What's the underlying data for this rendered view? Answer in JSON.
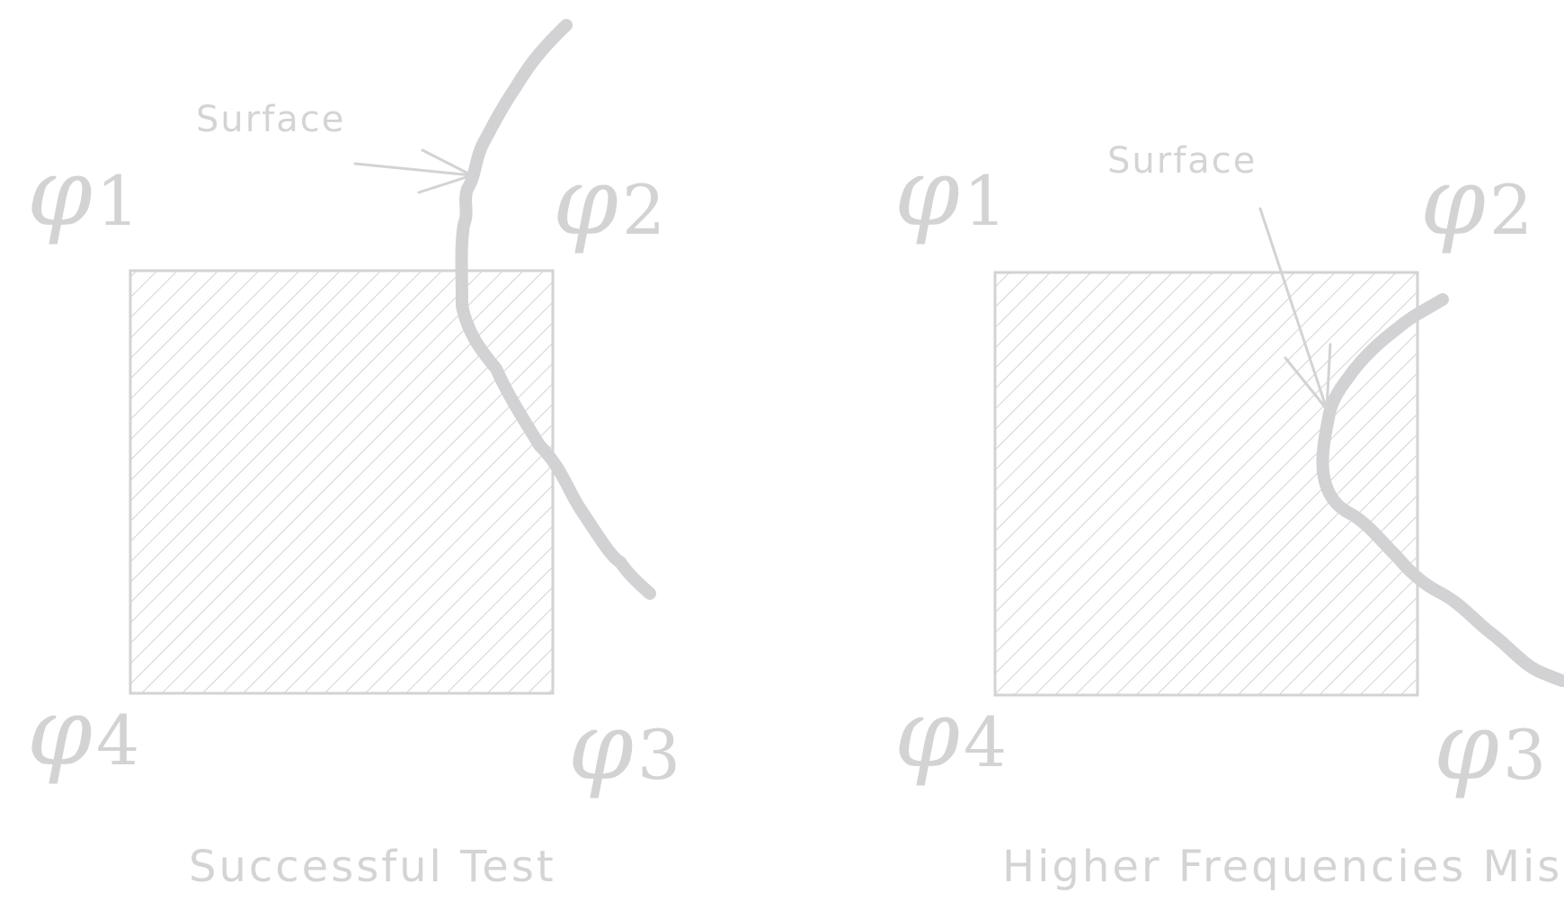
{
  "panels": [
    {
      "corners": {
        "tl": {
          "base": "φ",
          "sub": "1"
        },
        "tr": {
          "base": "φ",
          "sub": "2"
        },
        "br": {
          "base": "φ",
          "sub": "3"
        },
        "bl": {
          "base": "φ",
          "sub": "4"
        }
      },
      "surface_label": "Surface",
      "caption": "Successful Test"
    },
    {
      "corners": {
        "tl": {
          "base": "φ",
          "sub": "1"
        },
        "tr": {
          "base": "φ",
          "sub": "2"
        },
        "br": {
          "base": "φ",
          "sub": "3"
        },
        "bl": {
          "base": "φ",
          "sub": "4"
        }
      },
      "surface_label": "Surface",
      "caption": "Higher Frequencies Missed"
    }
  ],
  "colors": {
    "stroke": "#d3d3d3",
    "curve": "#d2d2d4",
    "background": "#ffffff"
  }
}
